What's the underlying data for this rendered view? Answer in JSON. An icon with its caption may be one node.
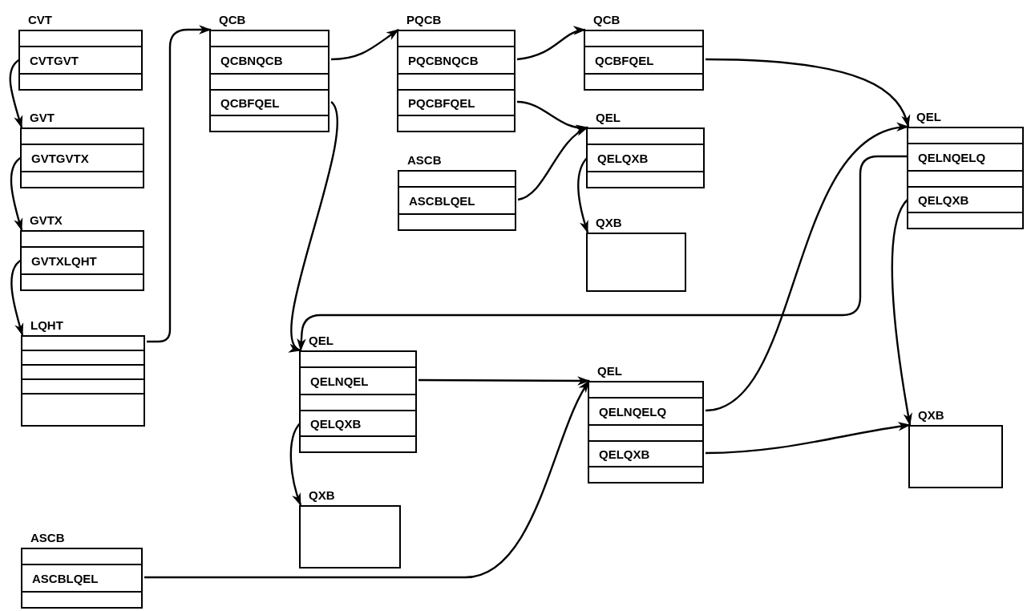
{
  "diagram": {
    "nodes": [
      {
        "text": [
          "CVT"
        ]
      },
      {
        "text": [
          "CVTGVT"
        ],
        "in": 0
      },
      {
        "text": [
          "QCB"
        ]
      },
      {
        "text": [
          "QCBNQCB"
        ],
        "in": 2
      },
      {
        "text": [
          "QCBFQEL"
        ],
        "in": 2
      },
      {
        "text": [
          "PQCB"
        ]
      },
      {
        "text": [
          "PQCBNQCB"
        ],
        "in": 5
      },
      {
        "text": [
          "PQCBFQEL"
        ],
        "in": 5
      },
      {
        "text": [
          "QCB"
        ]
      },
      {
        "text": [
          "QCBFQEL"
        ],
        "in": 8
      },
      {
        "text": [
          "GVT"
        ]
      },
      {
        "text": [
          "GVTGVTX"
        ],
        "in": 10
      },
      {
        "text": [
          "QEL"
        ]
      },
      {
        "text": [
          "QELQXB"
        ],
        "in": 12
      },
      {
        "text": [
          "QEL"
        ]
      },
      {
        "text": [
          "QELNQELQ"
        ],
        "in": 14
      },
      {
        "text": [
          "QELQXB"
        ],
        "in": 14
      },
      {
        "text": [
          "ASCB"
        ]
      },
      {
        "text": [
          "ASCBLQEL"
        ],
        "in": 17
      },
      {
        "text": [
          "GVTX"
        ]
      },
      {
        "text": [
          "GVTXLQHT"
        ],
        "in": 19
      },
      {
        "text": [
          "QXB"
        ]
      },
      {
        "text": [
          "LQHT"
        ]
      },
      {
        "text": [
          "QEL"
        ]
      },
      {
        "text": [
          "QELNQEL"
        ],
        "in": 23
      },
      {
        "text": [
          "QELQXB"
        ],
        "in": 23
      },
      {
        "text": [
          "QEL"
        ]
      },
      {
        "text": [
          "QELNQELQ"
        ],
        "in": 26
      },
      {
        "text": [
          "QELQXB"
        ],
        "in": 26
      },
      {
        "text": [
          "QXB"
        ]
      },
      {
        "text": [
          "QXB"
        ]
      },
      {
        "text": [
          "ASCB"
        ]
      },
      {
        "text": [
          "ASCBLQEL"
        ],
        "in": 31
      }
    ],
    "edges": [
      {
        "from": 1,
        "to": 10,
        "arrow": "to"
      },
      {
        "from": 11,
        "to": 19,
        "arrow": "to"
      },
      {
        "from": 20,
        "to": 22,
        "arrow": "to"
      },
      {
        "from": 22,
        "to": 2,
        "arrow": "to"
      },
      {
        "from": 3,
        "to": 5,
        "arrow": "to"
      },
      {
        "from": 4,
        "to": 23,
        "arrow": "to"
      },
      {
        "from": 6,
        "to": 8,
        "arrow": "to"
      },
      {
        "from": 7,
        "to": 12,
        "arrow": "to"
      },
      {
        "from": 18,
        "to": 12,
        "arrow": "to"
      },
      {
        "from": 13,
        "to": 21,
        "arrow": "to"
      },
      {
        "from": 9,
        "to": 14,
        "arrow": "to"
      },
      {
        "from": 15,
        "to": 23,
        "arrow": "to"
      },
      {
        "from": 16,
        "to": 29,
        "arrow": "to"
      },
      {
        "from": 24,
        "to": 26,
        "arrow": "to"
      },
      {
        "from": 25,
        "to": 30,
        "arrow": "to"
      },
      {
        "from": 27,
        "to": 14,
        "arrow": "to"
      },
      {
        "from": 28,
        "to": 29,
        "arrow": "to"
      },
      {
        "from": 32,
        "to": 26,
        "arrow": "to"
      }
    ]
  }
}
